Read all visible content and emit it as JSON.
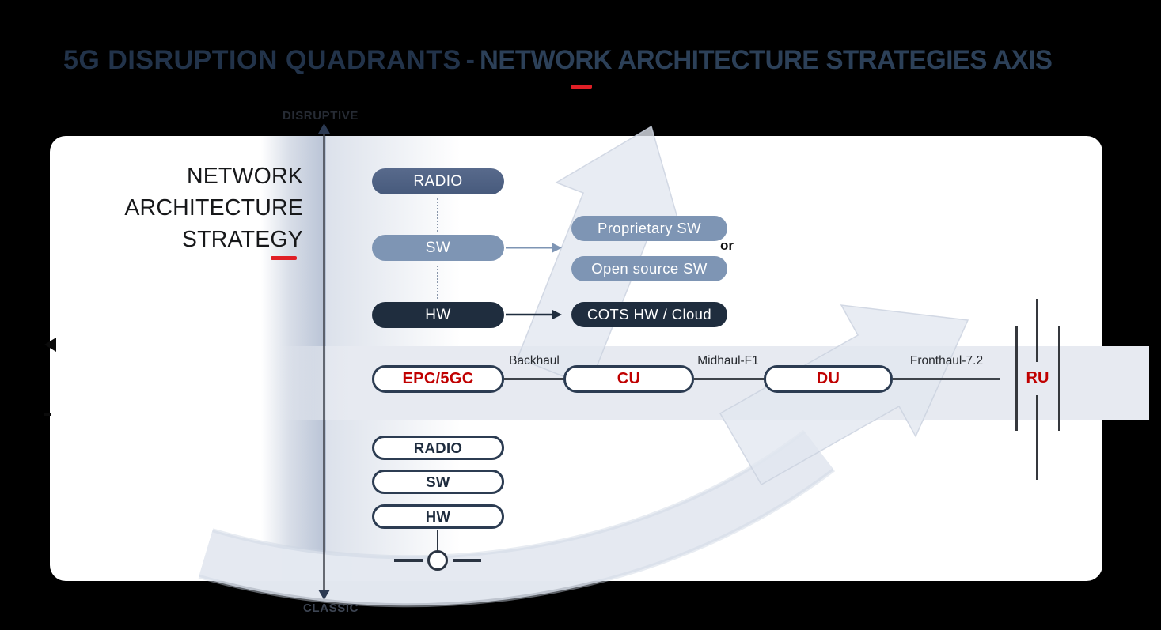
{
  "title": {
    "bold": "5G DISRUPTION QUADRANTS",
    "separator": "-",
    "regular": "NETWORK ARCHITECTURE STRATEGIES AXIS"
  },
  "axis": {
    "top": "DISRUPTIVE",
    "bottom": "CLASSIC"
  },
  "side_label": "NETWORK\nARCHITECTURE\nSTRATEGY",
  "disruptive_stack": {
    "radio": "RADIO",
    "sw": "SW",
    "hw": "HW",
    "proprietary_sw": "Proprietary SW",
    "or": "or",
    "open_source_sw": "Open source SW",
    "cots": "COTS HW / Cloud"
  },
  "transport_chain": {
    "epc": "EPC/5GC",
    "backhaul": "Backhaul",
    "cu": "CU",
    "midhaul": "Midhaul-F1",
    "du": "DU",
    "fronthaul": "Fronthaul-7.2",
    "ru": "RU"
  },
  "classic_stack": {
    "radio": "RADIO",
    "sw": "SW",
    "hw": "HW"
  },
  "colors": {
    "accent_red": "#E01F26",
    "value_red": "#C00000",
    "dark_navy": "#1F2D3E",
    "slate_blue": "#4E6183",
    "light_blue": "#7E95B4",
    "outline_navy": "#2C3C52"
  }
}
